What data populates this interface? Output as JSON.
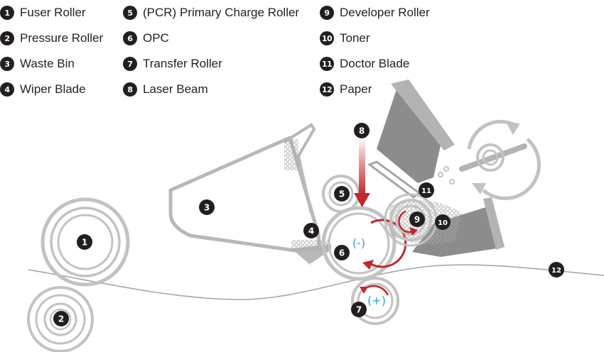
{
  "legend": [
    {
      "num": "1",
      "label": "Fuser Roller"
    },
    {
      "num": "2",
      "label": "Pressure Roller"
    },
    {
      "num": "3",
      "label": "Waste Bin"
    },
    {
      "num": "4",
      "label": "Wiper Blade"
    },
    {
      "num": "5",
      "label": "(PCR) Primary Charge Roller"
    },
    {
      "num": "6",
      "label": "OPC"
    },
    {
      "num": "7",
      "label": "Transfer Roller"
    },
    {
      "num": "8",
      "label": "Laser Beam"
    },
    {
      "num": "9",
      "label": "Developer Roller"
    },
    {
      "num": "10",
      "label": "Toner"
    },
    {
      "num": "11",
      "label": "Doctor Blade"
    },
    {
      "num": "12",
      "label": "Paper"
    }
  ],
  "diagram": {
    "opc_charge": "(-)",
    "transfer_charge": "(+)"
  },
  "colors": {
    "badge": "#231f20",
    "part_gray": "#b3b3b3",
    "dark_gray": "#8c8c8c",
    "arrow_red": "#c1272d",
    "charge_blue": "#29a3e3"
  }
}
